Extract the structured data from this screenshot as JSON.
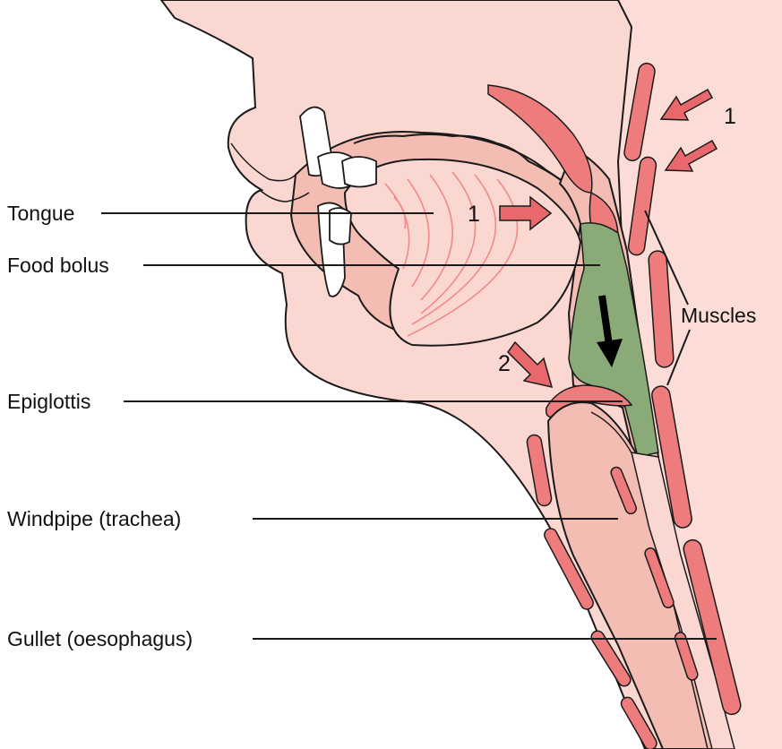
{
  "labels": {
    "tongue": "Tongue",
    "food_bolus": "Food bolus",
    "epiglottis": "Epiglottis",
    "windpipe": "Windpipe (trachea)",
    "gullet": "Gullet (oesophagus)",
    "muscles": "Muscles"
  },
  "markers": {
    "one_mouth": "1",
    "one_neck": "1",
    "two": "2"
  },
  "colors": {
    "skin": "#fbd7d1",
    "skin_dark": "#f6c2ba",
    "cavity": "#f3b7ad",
    "muscle": "#ee7c7c",
    "bolus": "#8aab78",
    "arrow": "#e9686b",
    "outline": "#1a1a1a"
  }
}
